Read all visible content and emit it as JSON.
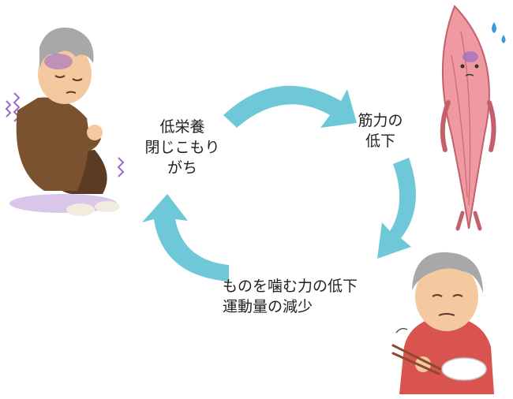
{
  "cycle": {
    "step_left": [
      "低栄養",
      "閉じこもり",
      "がち"
    ],
    "step_right": [
      "筋力の",
      "低下"
    ],
    "step_bottom": [
      "ものを噛む力の低下",
      "運動量の減少"
    ]
  },
  "colors": {
    "arrow": "#6ec8d8",
    "skin": "#f4c9a0",
    "shirt_brown": "#7a5230",
    "hair_gray": "#a8a8a8",
    "muscle_pink": "#ef9aa3",
    "woman_red": "#d9534f",
    "tear_blue": "#3a9ad9",
    "distress_purple": "#9b6bc8"
  },
  "icons": {
    "left": "sad-elderly-man-icon",
    "top_right": "weak-muscle-character-icon",
    "bottom_right": "elderly-woman-chewing-icon"
  }
}
